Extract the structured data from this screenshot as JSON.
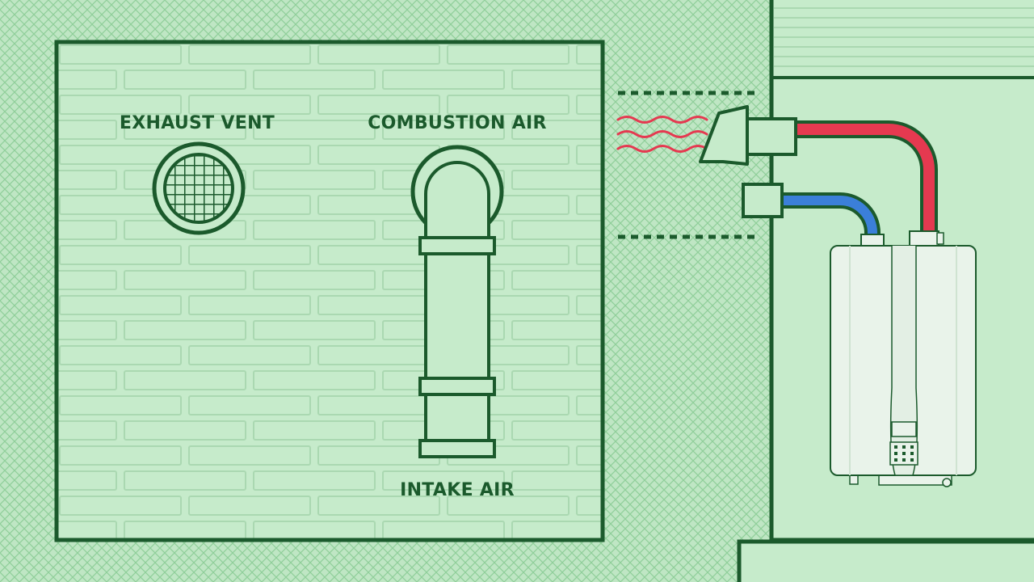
{
  "labels": {
    "exhaust_vent": "EXHAUST VENT",
    "combustion_air": "COMBUSTION AIR",
    "intake_air": "INTAKE AIR"
  },
  "colors": {
    "background": "#bfe6c4",
    "hatch": "#8fcf9a",
    "panel": "#c6ebcb",
    "stroke": "#1b5a2c",
    "hot_pipe": "#e53950",
    "cold_pipe": "#3b7fd9",
    "heater_body": "#e9f3ea"
  }
}
